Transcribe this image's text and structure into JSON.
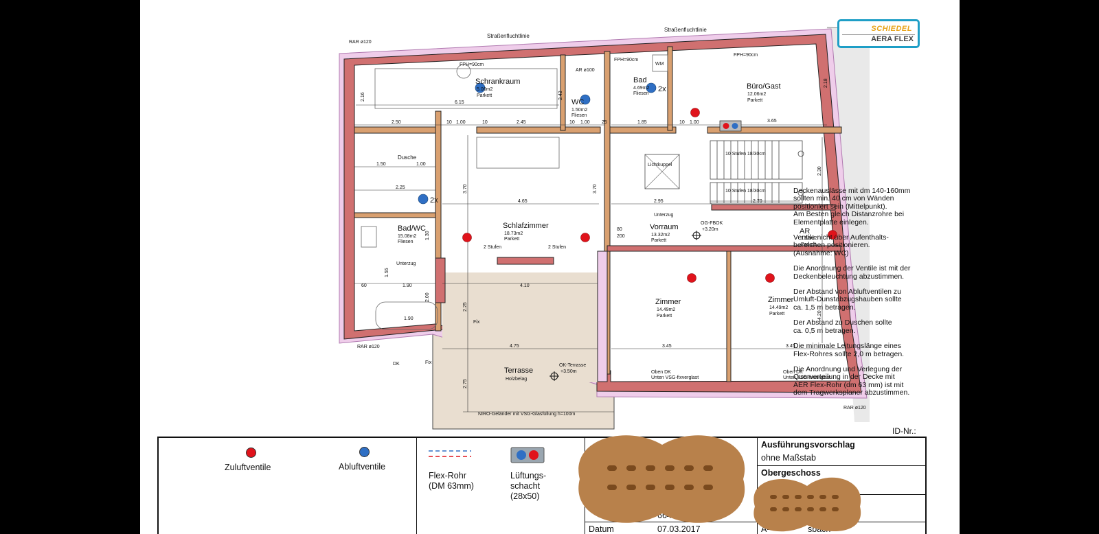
{
  "logo": {
    "line1": "SCHIEDEL",
    "line2": "AERA FLEX"
  },
  "plan": {
    "street_labels": [
      "Straßenfluchtlinie",
      "Straßenfluchtlinie"
    ],
    "rooms": [
      {
        "name": "Schrankraum",
        "area": "5.06m2",
        "floor": "Parkett"
      },
      {
        "name": "WC",
        "area": "1.50m2",
        "floor": "Fliesen"
      },
      {
        "name": "Bad",
        "area": "4.69m2",
        "floor": "Fliesen"
      },
      {
        "name": "Büro/Gast",
        "area": "12.06m2",
        "floor": "Parkett"
      },
      {
        "name": "Dusche",
        "area": "",
        "floor": ""
      },
      {
        "name": "Bad/WC",
        "area": "15.08m2",
        "floor": "Fliesen"
      },
      {
        "name": "Schlafzimmer",
        "area": "18.73m2",
        "floor": "Parkett"
      },
      {
        "name": "Vorraum",
        "area": "13.32m2",
        "floor": "Parkett"
      },
      {
        "name": "AR",
        "area": "1.53m2",
        "floor": "Parkett"
      },
      {
        "name": "Zimmer",
        "area": "14.49m2",
        "floor": "Parkett"
      },
      {
        "name": "Zimmer",
        "area": "14.49m2",
        "floor": "Parkett"
      },
      {
        "name": "Terrasse",
        "area": "",
        "floor": "Holzbelag"
      }
    ],
    "labels": [
      "FPH=90cm",
      "FPH=90cm",
      "FPH=90cm",
      "AR ø100",
      "WM",
      "Lichtkuppel",
      "Unterzug",
      "Unterzug",
      "10 Stufen 18/30cm",
      "10 Stufen 18/30cm",
      "2 Stufen",
      "2 Stufen",
      "OG-FBOK",
      "+3.20m",
      "OK-Terrasse",
      "+3.50m",
      "NIRO-Geländer mit VSG-Glasfüllung h=100m",
      "Oben DK",
      "Unten VSG-fixverglast",
      "Oben DK",
      "Unten VSG-fixverglast",
      "RAR ø120",
      "RAR ø120",
      "RAR ø120",
      "DK",
      "Fix",
      "Fix",
      "2x",
      "2x"
    ],
    "dims": [
      "6.15",
      "2.50",
      "10",
      "1.00",
      "10",
      "2.45",
      "10",
      "1.00",
      "25",
      "1.85",
      "10",
      "1.00",
      "3.65",
      "1.50",
      "1.00",
      "2.25",
      "4.65",
      "2.95",
      "2.70",
      "1.90",
      "4.10",
      "1.90",
      "4.75",
      "3.45",
      "3.45",
      "60",
      "80",
      "200",
      "3.70",
      "3.70",
      "2.30",
      "4.20",
      "2.75",
      "2.25",
      "1.55",
      "1.30",
      "2.00",
      "2.16",
      "2.18",
      "2.43"
    ]
  },
  "notes": [
    "Deckenauslässe mit dm 140-160mm\nsollten min. 40 cm von Wänden\npositioniert sein (Mittelpunkt).\nAm Besten gleich Distanzrohre bei\nElementplatte einlegen.",
    "Ventile nicht über Aufenthalts-\nbereichen positionieren.\n(Ausnahme: WC)",
    "Die Anordnung der Ventile ist mit der\nDeckenbeleuchtung abzustimmen.",
    "Der Abstand von Abluftventilen zu\nUmluft-Dunstabzugshauben sollte\nca. 1,5 m betragen.",
    "Der Abstand zu Duschen sollte\nca. 0,5 m betragen.",
    "Die minimale Leitungslänge eines\nFlex-Rohres sollte 2,0 m betragen.",
    "Die Anordnung und Verlegung der\nQuerverteilung in der Decke mit\nAER Flex-Rohr (dm 63 mm) ist mit\ndem Tragwerksplaner abzustimmen."
  ],
  "id_label": "ID-Nr.:",
  "legend": {
    "supply": "Zuluftventile",
    "exhaust": "Abluftventile",
    "flex_line1": "Flex-Rohr",
    "flex_line2": "(DM 63mm)",
    "shaft_line1": "Lüftungs-",
    "shaft_line2": "schacht",
    "shaft_line3": "(28x50)"
  },
  "title_block": {
    "heading": "Ausführungsvorschlag",
    "scale": "ohne Maßstab",
    "floor": "Obergeschoss",
    "phone": "664 8153",
    "date_label": "Datum",
    "date": "07.03.2017",
    "location": "A-",
    "location_end": "sbach"
  },
  "colors": {
    "wall": "#d07070",
    "insulation": "#eec9ea",
    "terrace": "#e9ded0",
    "supply": "#e0131b",
    "exhaust": "#2f6fc4",
    "blob": "#b8814b"
  }
}
